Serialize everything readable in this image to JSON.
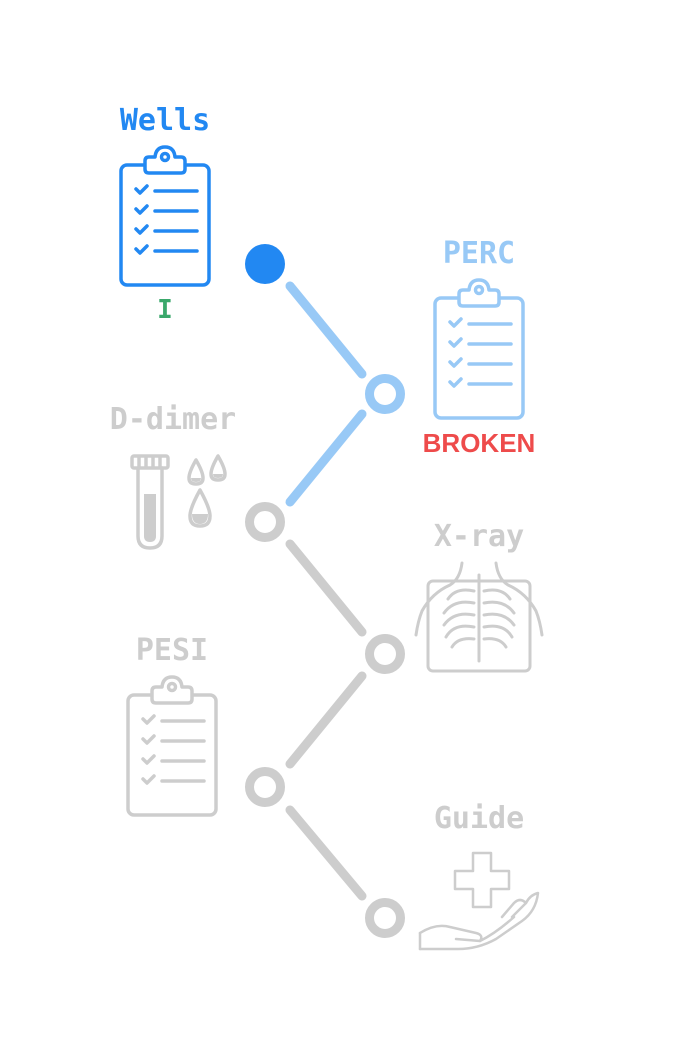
{
  "colors": {
    "active": "#2288f2",
    "current": "#98c9f6",
    "locked": "#cdcdcd",
    "status_pass": "#3aa86b",
    "status_broken": "#ee4b4b",
    "background": "#ffffff"
  },
  "steps": [
    {
      "title": "Wells",
      "icon": "clipboard-checklist-icon",
      "state": "active",
      "status": "I"
    },
    {
      "title": "PERC",
      "icon": "clipboard-checklist-icon",
      "state": "current",
      "status": "BROKEN"
    },
    {
      "title": "D-dimer",
      "icon": "blood-test-tube-icon",
      "state": "locked",
      "status": ""
    },
    {
      "title": "X-ray",
      "icon": "chest-xray-icon",
      "state": "locked",
      "status": ""
    },
    {
      "title": "PESI",
      "icon": "clipboard-checklist-icon",
      "state": "locked",
      "status": ""
    },
    {
      "title": "Guide",
      "icon": "hand-medical-cross-icon",
      "state": "locked",
      "status": ""
    }
  ]
}
